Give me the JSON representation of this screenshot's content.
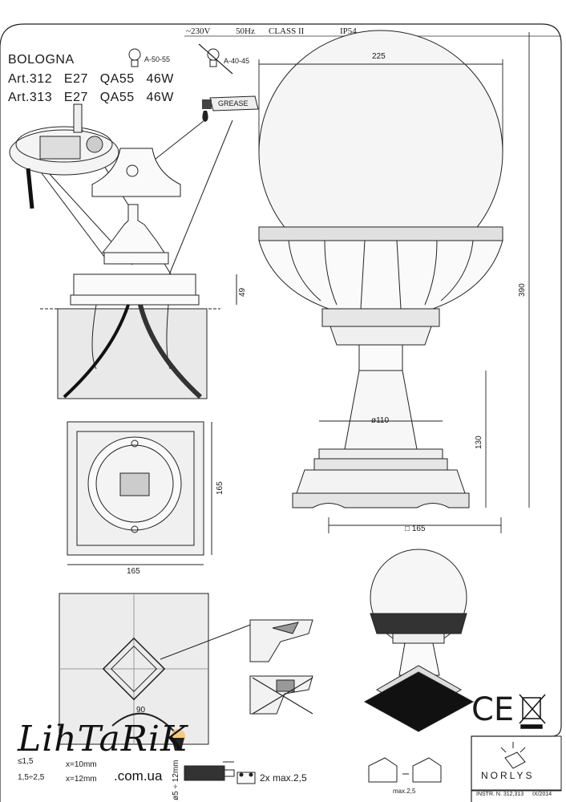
{
  "header": {
    "voltage": "~230V",
    "frequency": "50Hz",
    "class": "CLASS II",
    "ip": "IP54"
  },
  "product": {
    "name": "BOLOGNA",
    "lines": [
      "Art.312   E27   QA55   46W",
      "Art.313   E27   QA55   46W"
    ],
    "bulb_allowed": "A-50-55",
    "bulb_not_allowed": "A-40-45",
    "grease_label": "GREASE"
  },
  "dimensions": {
    "width": "225",
    "height_total": "390",
    "height_base": "130",
    "diameter_post": "ø110",
    "base_square": "165",
    "plate_side": "165",
    "plate_bottom": "165",
    "mount_height": "49",
    "hole_spacing": "90"
  },
  "wiring": {
    "label": "2x max.2,5",
    "footnote_label": "max.2,5",
    "strip": "ø5 ÷ 12mm",
    "cable_a": "≤1,5",
    "cable_b": "1,5÷2,5",
    "strip_a": "x=10mm",
    "strip_b": "x=12mm"
  },
  "footer": {
    "brand": "NORLYS",
    "instruction": "INSTR. N. 312,313",
    "date": "IX/2014"
  },
  "watermark": {
    "logo": "LihTaRiK",
    "domain": ".com.ua"
  },
  "marks": {
    "ce": "CE"
  }
}
